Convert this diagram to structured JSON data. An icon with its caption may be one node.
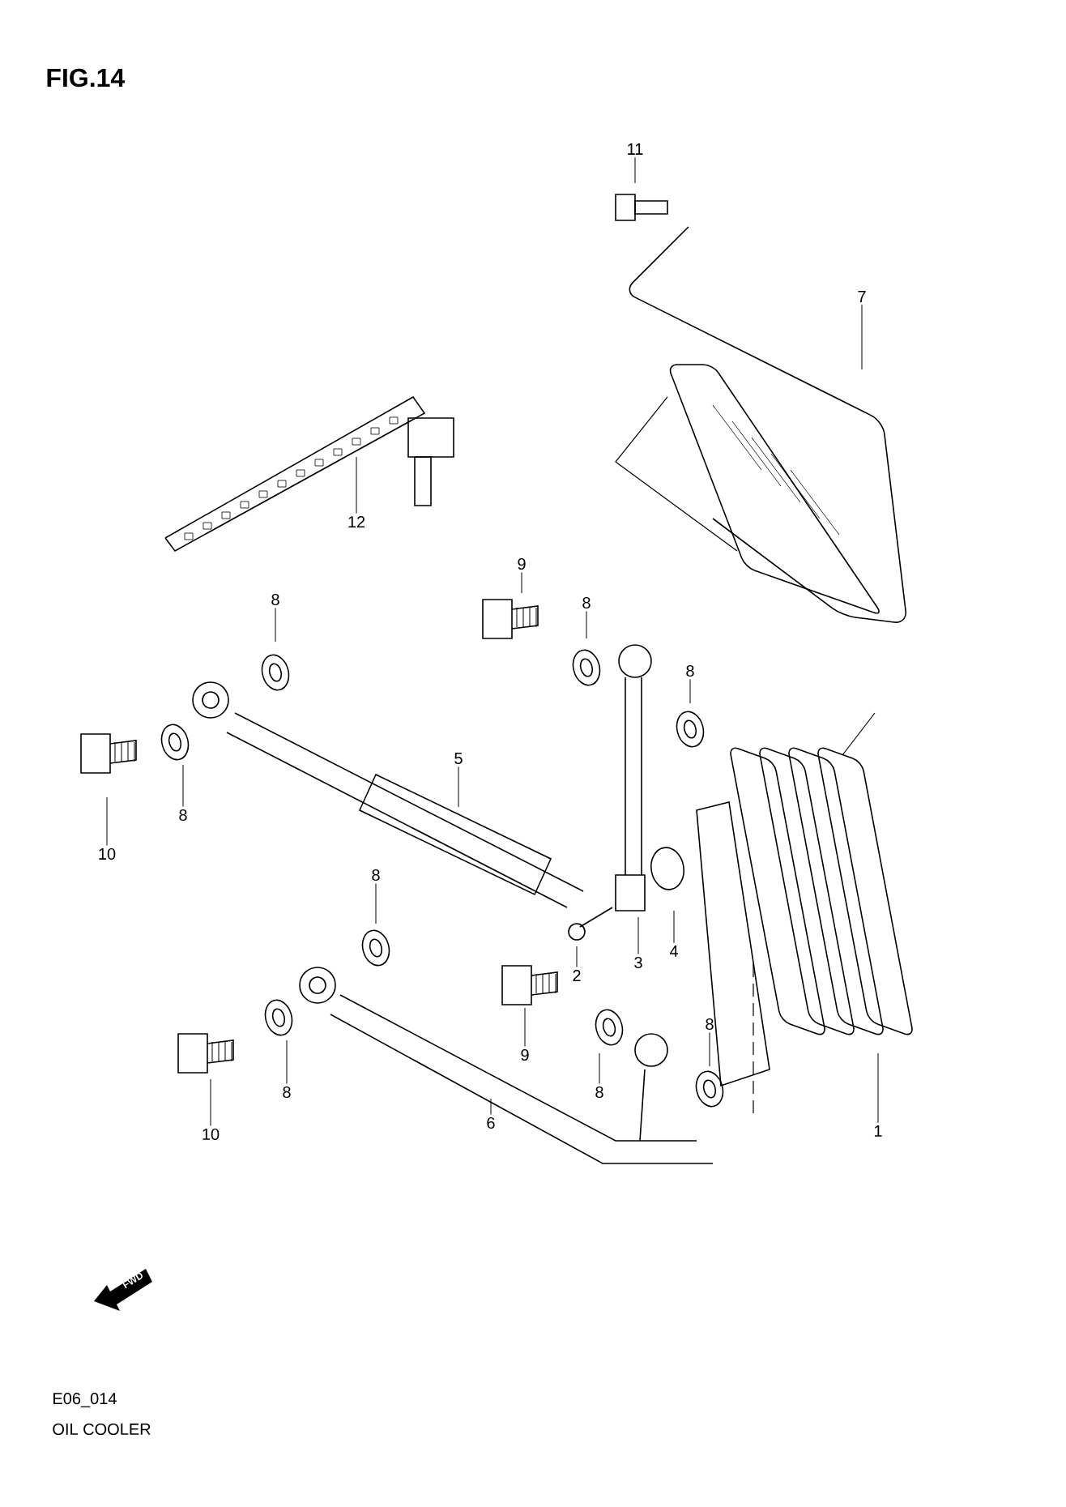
{
  "diagram": {
    "title": "FIG.14",
    "nodes": [
      {
        "text": [
          "11"
        ]
      },
      {
        "text": [
          "7"
        ]
      },
      {
        "text": [
          "12"
        ]
      },
      {
        "text": [
          "9"
        ]
      },
      {
        "text": [
          "8"
        ]
      },
      {
        "text": [
          "8"
        ]
      },
      {
        "text": [
          "8"
        ]
      },
      {
        "text": [
          "5"
        ]
      },
      {
        "text": [
          "8"
        ]
      },
      {
        "text": [
          "10"
        ]
      },
      {
        "text": [
          "8"
        ]
      },
      {
        "text": [
          "2"
        ]
      },
      {
        "text": [
          "3"
        ]
      },
      {
        "text": [
          "4"
        ]
      },
      {
        "text": [
          "9"
        ]
      },
      {
        "text": [
          "8"
        ]
      },
      {
        "text": [
          "8"
        ]
      },
      {
        "text": [
          "8"
        ]
      },
      {
        "text": [
          "10"
        ]
      },
      {
        "text": [
          "6"
        ]
      },
      {
        "text": [
          "1"
        ]
      }
    ],
    "edges": [
      {
        "from": 0,
        "to": null,
        "arrow": "none"
      },
      {
        "from": 1,
        "to": null,
        "arrow": "none"
      },
      {
        "from": 2,
        "to": null,
        "arrow": "none"
      },
      {
        "from": 3,
        "to": null,
        "arrow": "none"
      },
      {
        "from": 4,
        "to": null,
        "arrow": "none"
      },
      {
        "from": 5,
        "to": null,
        "arrow": "none"
      },
      {
        "from": 6,
        "to": null,
        "arrow": "none"
      },
      {
        "from": 7,
        "to": null,
        "arrow": "none"
      },
      {
        "from": 8,
        "to": null,
        "arrow": "none"
      },
      {
        "from": 9,
        "to": null,
        "arrow": "none"
      },
      {
        "from": 10,
        "to": null,
        "arrow": "none"
      },
      {
        "from": 11,
        "to": null,
        "arrow": "none"
      },
      {
        "from": 12,
        "to": null,
        "arrow": "none"
      },
      {
        "from": 13,
        "to": null,
        "arrow": "none"
      },
      {
        "from": 14,
        "to": null,
        "arrow": "none"
      },
      {
        "from": 15,
        "to": null,
        "arrow": "none"
      },
      {
        "from": 16,
        "to": null,
        "arrow": "none"
      },
      {
        "from": 17,
        "to": null,
        "arrow": "none"
      },
      {
        "from": 18,
        "to": null,
        "arrow": "none"
      },
      {
        "from": 19,
        "to": null,
        "arrow": "none"
      },
      {
        "from": 20,
        "to": null,
        "arrow": "none"
      }
    ],
    "labels": [
      "FWD",
      "E06_014",
      "OIL COOLER"
    ]
  }
}
